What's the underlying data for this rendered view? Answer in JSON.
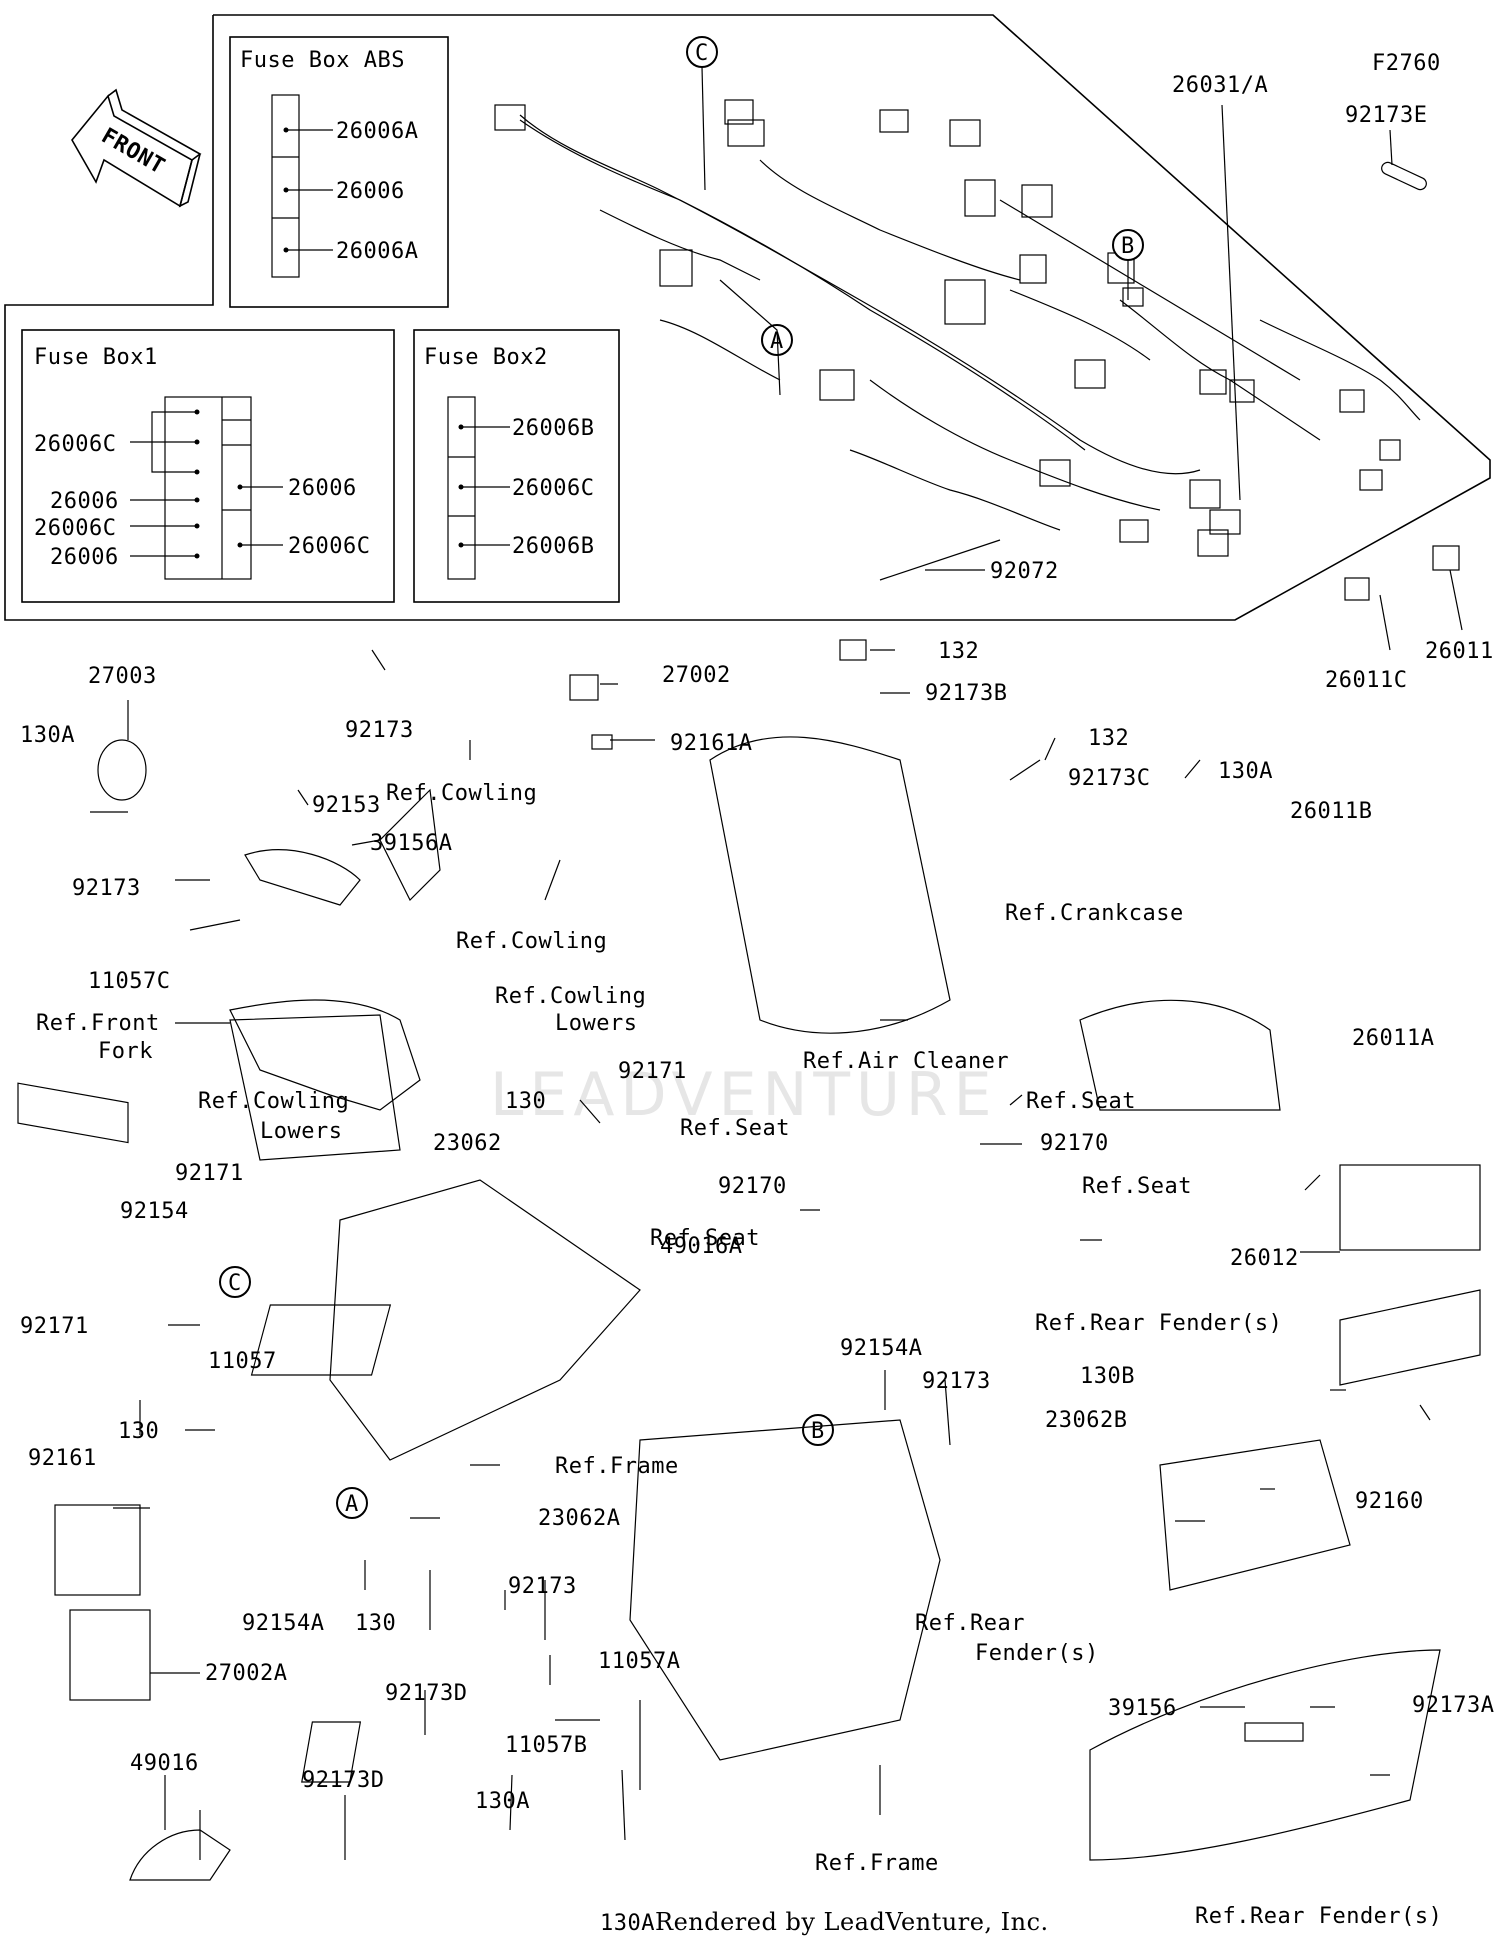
{
  "diagram_code": "F2760",
  "footer": "Rendered by LeadVenture, Inc.",
  "watermark": "LEADVENTURE",
  "front_label": "FRONT",
  "fuse_boxes": {
    "abs": {
      "title": "Fuse Box ABS",
      "parts": [
        "26006A",
        "26006",
        "26006A"
      ]
    },
    "box1": {
      "title": "Fuse Box1",
      "parts": [
        "26006C",
        "26006",
        "26006",
        "26006C",
        "26006",
        "26006C"
      ]
    },
    "box2": {
      "title": "Fuse Box2",
      "parts": [
        "26006B",
        "26006C",
        "26006B"
      ]
    }
  },
  "callouts": [
    "A",
    "B",
    "C"
  ],
  "labels": [
    "26031/A",
    "92173E",
    "92072",
    "26011",
    "26011C",
    "27003",
    "130A",
    "92173",
    "11057C",
    "92153",
    "39156A",
    "Ref.Front",
    "Fork",
    "92173",
    "Ref.Cowling",
    "27002",
    "92161A",
    "Ref.Cowling",
    "Ref.Cowling",
    "Lowers",
    "92171",
    "132",
    "92173B",
    "132",
    "92173C",
    "Ref.Air Cleaner",
    "130A",
    "26011B",
    "Ref.Crankcase",
    "26011A",
    "26012",
    "Ref.Cowling",
    "Lowers",
    "92171",
    "130",
    "23062",
    "Ref.Seat",
    "92170",
    "Ref.Seat",
    "92170",
    "Ref.Seat",
    "Ref.Seat",
    "92154",
    "92171",
    "11057",
    "130",
    "92161",
    "27002A",
    "49016A",
    "Ref.Frame",
    "23062A",
    "92154A",
    "130",
    "92154A",
    "92173",
    "Ref.Rear Fender(s)",
    "130B",
    "23062B",
    "92160",
    "Ref.Rear",
    "Fender(s)",
    "92173",
    "11057A",
    "11057B",
    "130A",
    "130A",
    "Ref.Frame",
    "92173D",
    "92173D",
    "49016",
    "39156",
    "92173A",
    "Ref.Rear Fender(s)"
  ]
}
